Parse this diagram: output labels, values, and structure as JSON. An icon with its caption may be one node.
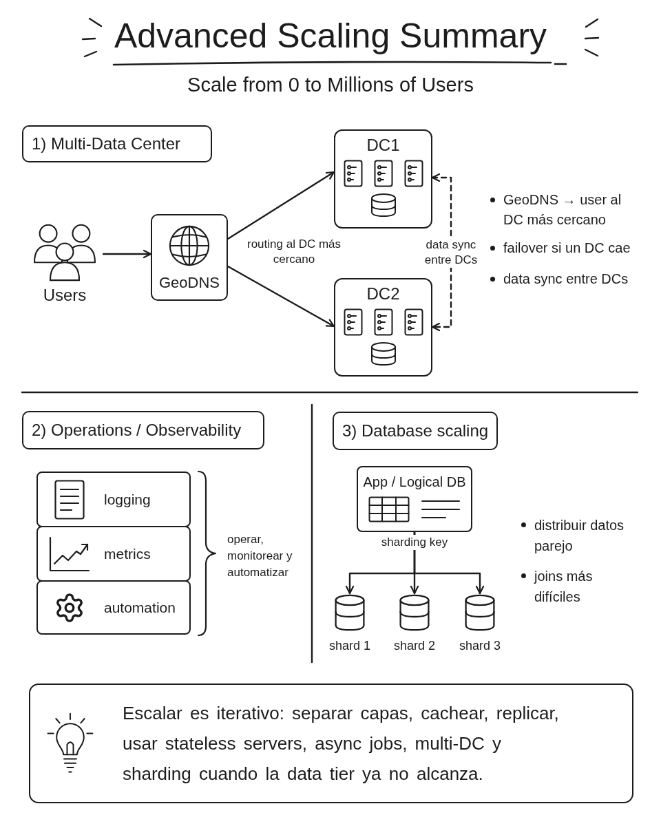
{
  "diagram": {
    "title": "Advanced Scaling Summary",
    "nodes": [
      {
        "text": [
          "1) Multi-Data Center"
        ]
      },
      {
        "text": [
          "Users"
        ]
      },
      {
        "text": [
          "GeoDNS"
        ]
      },
      {
        "text": [
          "DC1"
        ]
      },
      {
        "text": [
          "DC2"
        ]
      },
      {
        "text": [
          "2) Operations / Observability"
        ]
      },
      {
        "text": [
          "logging"
        ]
      },
      {
        "text": [
          "metrics"
        ]
      },
      {
        "text": [
          "automation"
        ]
      },
      {
        "text": [
          "3) Database scaling"
        ]
      },
      {
        "text": [
          "App / Logical DB"
        ]
      },
      {
        "text": [
          "shard 1"
        ]
      },
      {
        "text": [
          "shard 2"
        ]
      },
      {
        "text": [
          "shard 3"
        ]
      },
      {
        "text": [
          "Escalar es iterativo: separar capas, cachear, replicar, usar stateless servers, async jobs, multi-DC y sharding cuando la data tier ya no alcanza."
        ]
      }
    ],
    "edges": [
      {
        "from": 1,
        "to": 2,
        "arrow": "to"
      },
      {
        "from": 2,
        "to": 3,
        "arrow": "to"
      },
      {
        "from": 2,
        "to": 4,
        "arrow": "to"
      },
      {
        "from": 3,
        "to": 4,
        "arrow": "both",
        "label": "data sync entre DCs",
        "style": "dashed"
      },
      {
        "from": 10,
        "to": 11,
        "arrow": "to"
      },
      {
        "from": 10,
        "to": 12,
        "arrow": "to",
        "label": "sharding key"
      },
      {
        "from": 10,
        "to": 13,
        "arrow": "to"
      }
    ],
    "labels": [
      "Scale from 0 to Millions of Users",
      "routing al DC más cercano",
      "GeoDNS → user al DC más cercano",
      "failover si un DC cae",
      "data sync entre DCs",
      "operar, monitorear y automatizar",
      "distribuir datos parejo",
      "joins más difíciles"
    ]
  }
}
